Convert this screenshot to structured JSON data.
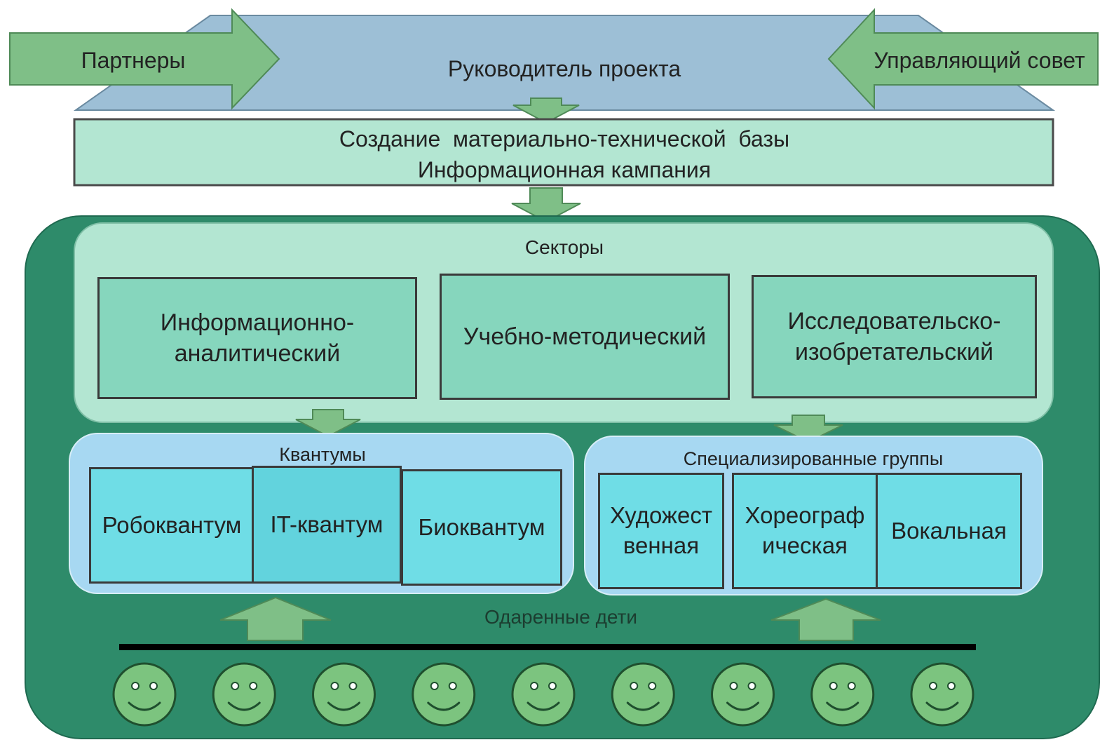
{
  "top": {
    "partners": "Партнеры",
    "leader": "Руководитель проекта",
    "council": "Управляющий совет"
  },
  "base": {
    "line1": "Создание  материально-технической  базы",
    "line2": "Информационная кампания"
  },
  "sectors": {
    "title": "Секторы",
    "items": [
      {
        "line1": "Информационно-",
        "line2": "аналитический"
      },
      {
        "line1": "Учебно-методический",
        "line2": ""
      },
      {
        "line1": "Исследовательско-",
        "line2": "изобретательский"
      }
    ]
  },
  "quantums": {
    "title": "Квантумы",
    "items": [
      "Робоквантум",
      "IT-квантум",
      "Биоквантум"
    ]
  },
  "groups": {
    "title": "Специализированные группы",
    "items": [
      {
        "line1": "Художест",
        "line2": "венная"
      },
      {
        "line1": "Хореограф",
        "line2": "ическая"
      },
      {
        "line1": "Вокальная",
        "line2": ""
      }
    ]
  },
  "kids": {
    "label": "Одаренные дети",
    "count": 9,
    "icon": "smiley-face-icon"
  },
  "colors": {
    "top_band": "#9dbfd6",
    "arrow_green": "#7fbf87",
    "dark_green": "#2e8b6a",
    "light_green": "#b3e6d2",
    "sector_box": "#86d6bd",
    "blue_panel": "#a7d8f2",
    "cyan_cell": "#6fdde6",
    "face": "#7cc47f"
  }
}
